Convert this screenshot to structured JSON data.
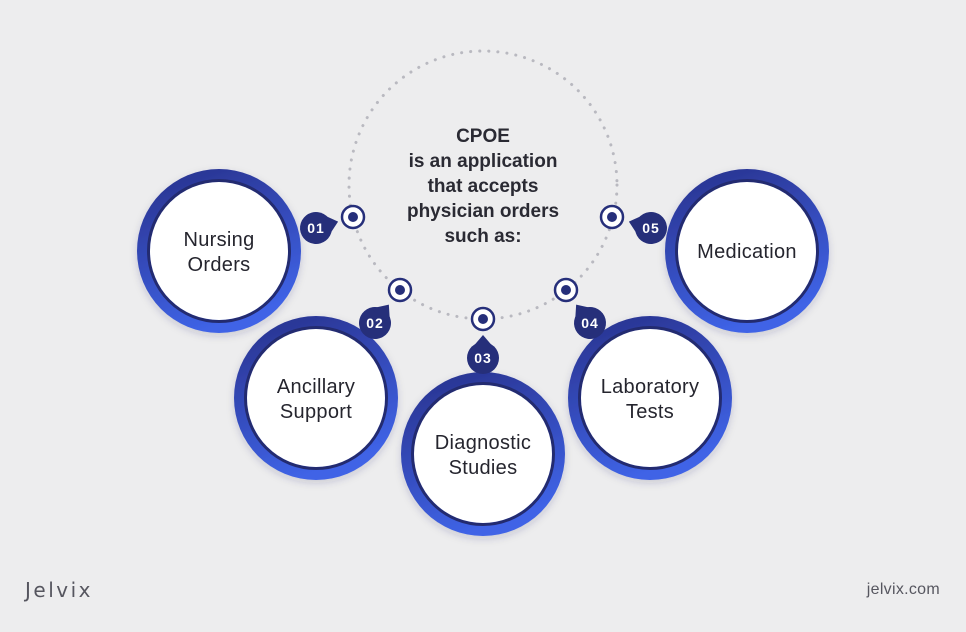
{
  "center": {
    "lines": [
      "CPOE",
      "is an application",
      "that accepts",
      "physician orders",
      "such as:"
    ]
  },
  "orders": [
    {
      "number": "01",
      "lines": [
        "Nursing",
        "Orders"
      ]
    },
    {
      "number": "02",
      "lines": [
        "Ancillary",
        "Support"
      ]
    },
    {
      "number": "03",
      "lines": [
        "Diagnostic",
        "Studies"
      ]
    },
    {
      "number": "04",
      "lines": [
        "Laboratory",
        "Tests"
      ]
    },
    {
      "number": "05",
      "lines": [
        "Medication"
      ]
    }
  ],
  "footer": {
    "logo": "Jelvix",
    "url": "jelvix.com"
  },
  "colors": {
    "background": "#ededee",
    "ring_dark": "#28308a",
    "ring_bright": "#3f63e6",
    "navy": "#262f7a",
    "text": "#2a2a33",
    "dotted_circle": "#b9b9c0"
  }
}
